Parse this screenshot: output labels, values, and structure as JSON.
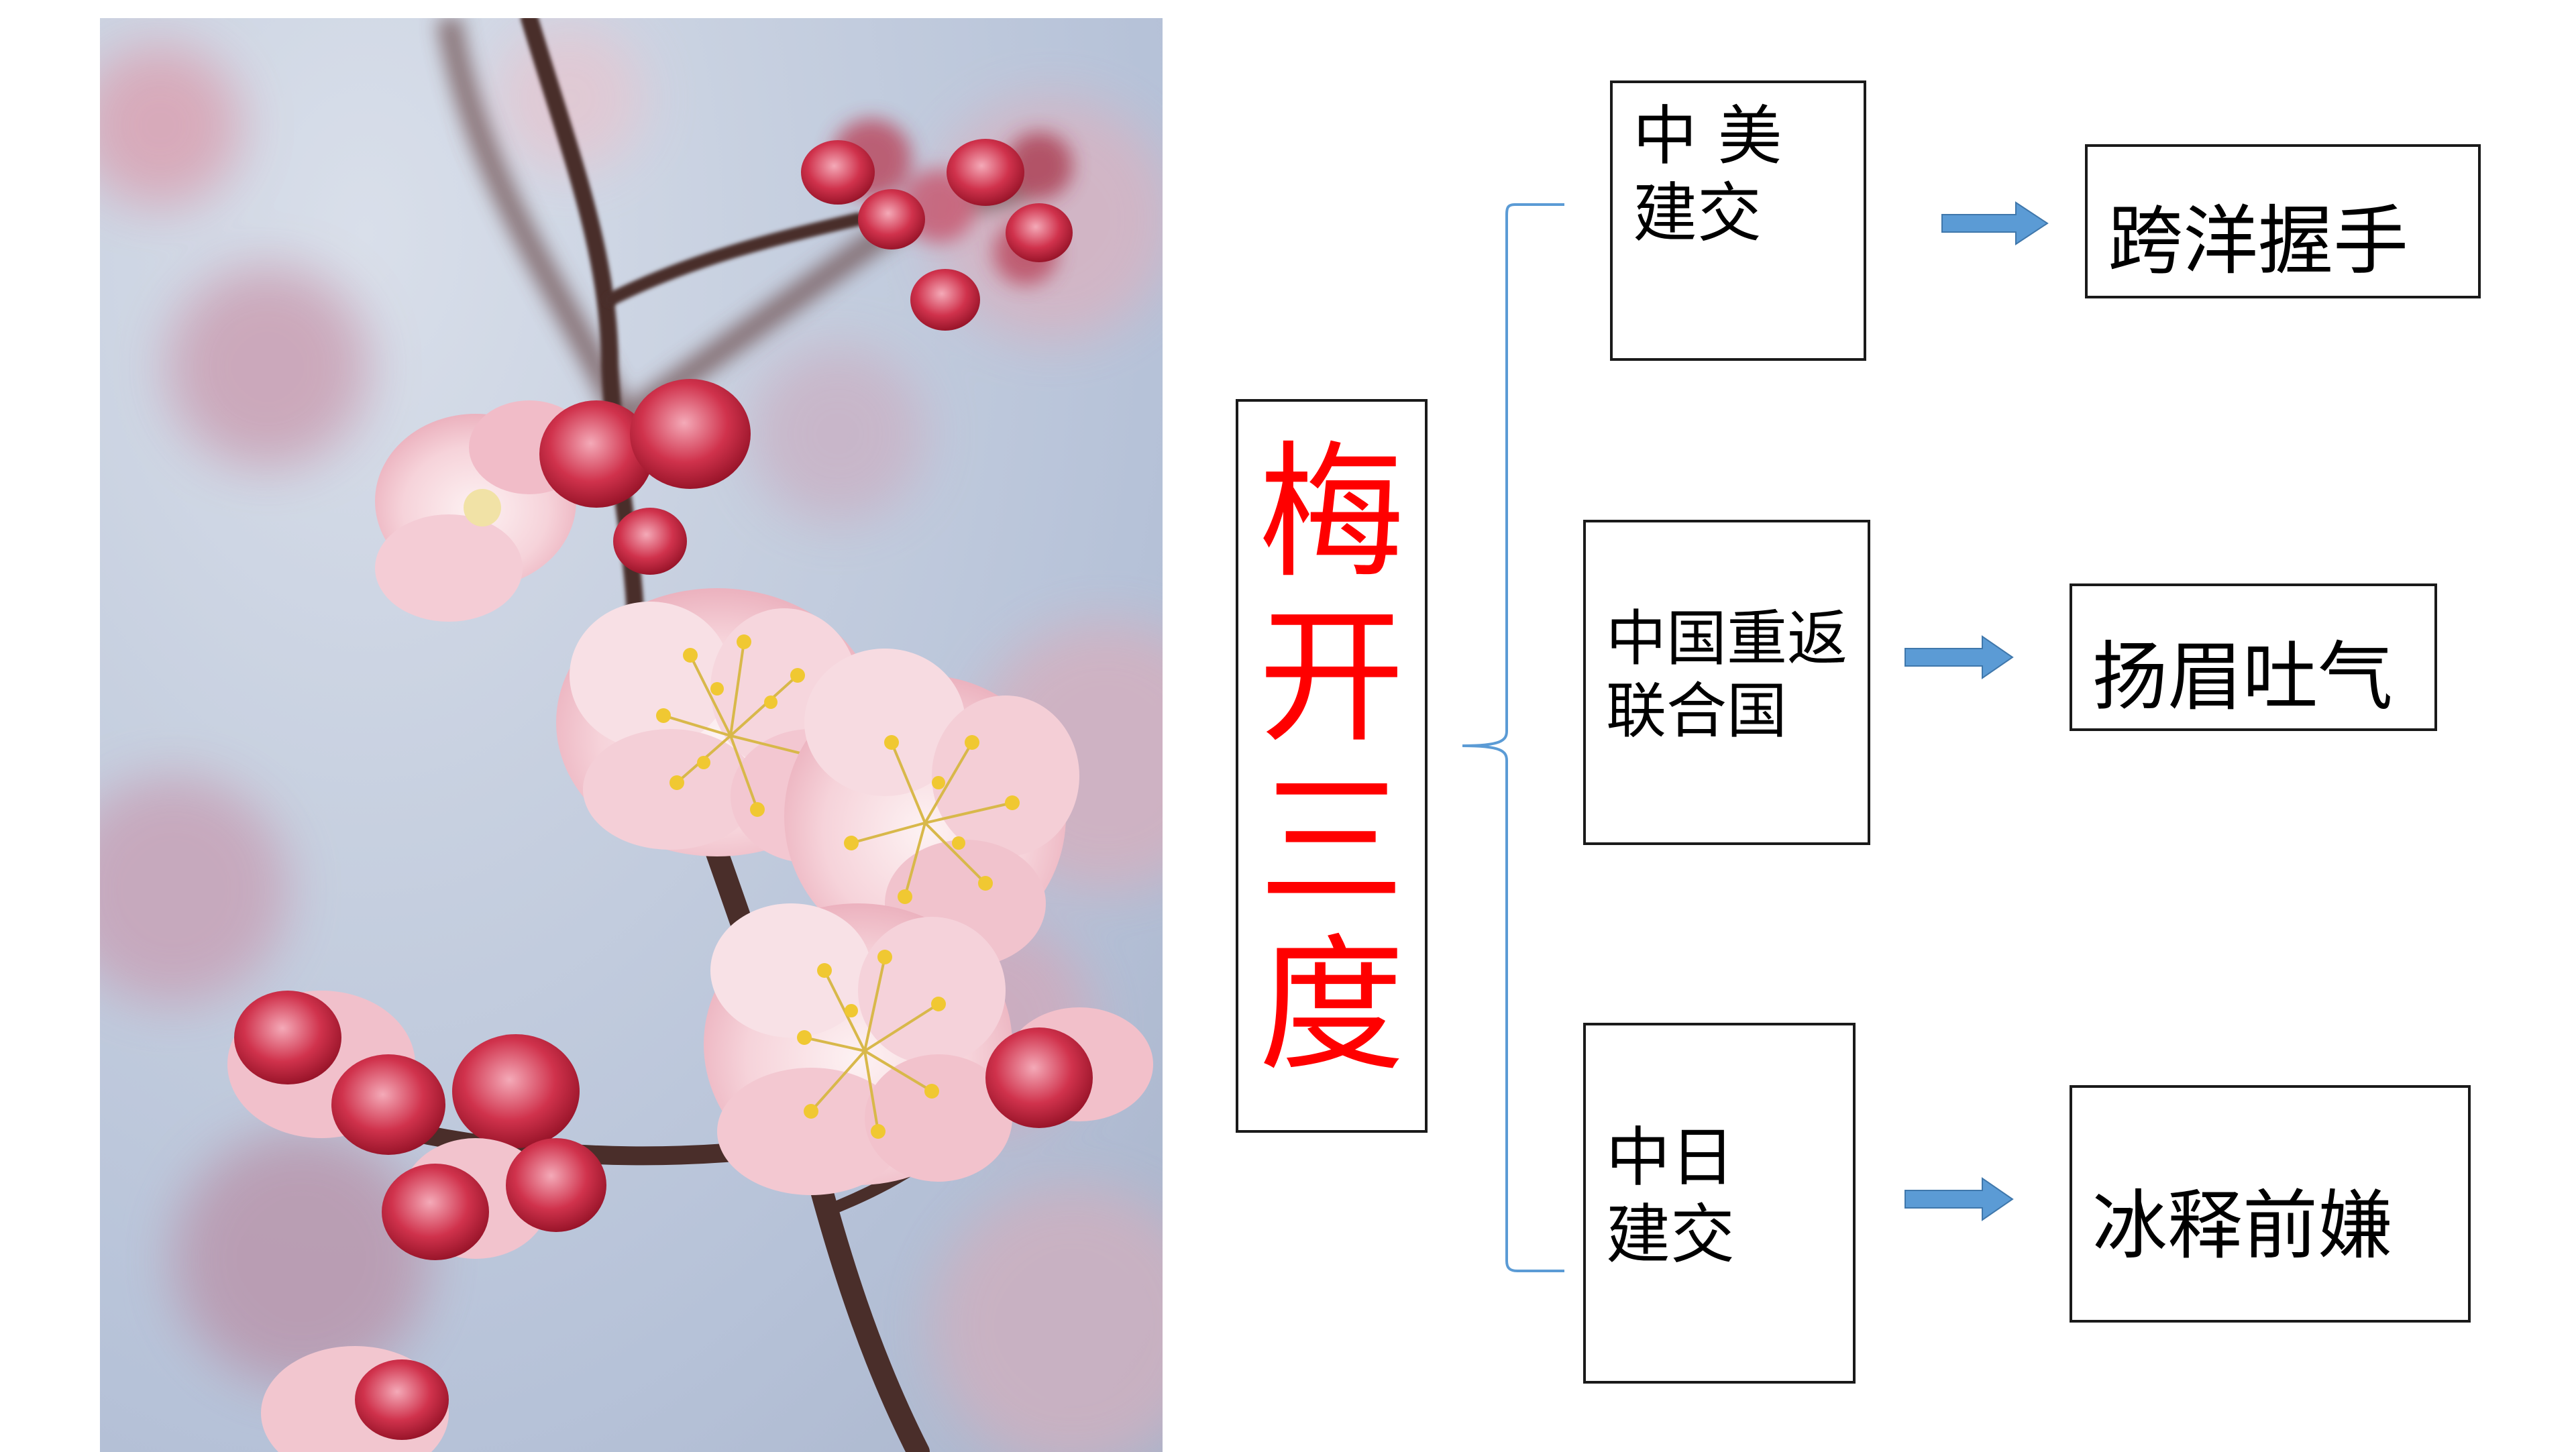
{
  "title": {
    "chars": [
      "梅",
      "开",
      "三",
      "度"
    ],
    "color": "#ff0000"
  },
  "events": [
    {
      "event": "中 美\n建交",
      "outcome": "跨洋握手"
    },
    {
      "event": "中国重返\n联合国",
      "outcome": "扬眉吐气"
    },
    {
      "event": "中日\n建交",
      "outcome": "冰释前嫌"
    }
  ],
  "colors": {
    "bracket": "#5b9bd5",
    "arrow": "#5b9bd5",
    "border": "#1a1a1a"
  },
  "photo": {
    "subject": "plum-blossom-branch",
    "palette": [
      "#b6c2d8",
      "#f3c9d2",
      "#c0182f",
      "#e6c23a",
      "#4a2e2a"
    ]
  }
}
